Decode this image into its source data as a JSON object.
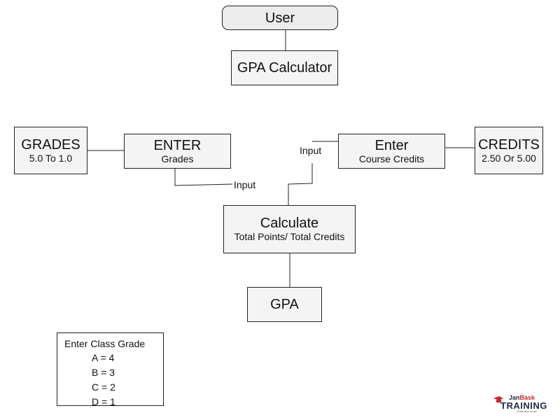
{
  "nodes": {
    "user": {
      "label": "User"
    },
    "calculator": {
      "label": "GPA Calculator"
    },
    "grades": {
      "label": "GRADES",
      "sub": "5.0 To 1.0"
    },
    "enter_grades": {
      "label": "ENTER",
      "sub": "Grades"
    },
    "enter_credits": {
      "label": "Enter",
      "sub": "Course Credits"
    },
    "credits": {
      "label": "CREDITS",
      "sub": "2.50 Or 5.00"
    },
    "calculate": {
      "label": "Calculate",
      "sub": "Total Points/ Total Credits"
    },
    "gpa": {
      "label": "GPA"
    }
  },
  "edge_labels": {
    "input_grades": "Input",
    "input_credits": "Input"
  },
  "legend": {
    "title": "Enter Class Grade",
    "rows": [
      "A = 4",
      "B = 3",
      "C = 2",
      "D = 1"
    ]
  },
  "logo": {
    "name_part1": "Jan",
    "name_part2": "Bask",
    "main": "TRAINING",
    "tagline": "Learn and Grow"
  },
  "colors": {
    "box_fill": "#f4f4f4",
    "user_fill": "#ececec",
    "line": "#222222",
    "logo_red": "#c8282d",
    "logo_dark": "#1f2a44"
  }
}
